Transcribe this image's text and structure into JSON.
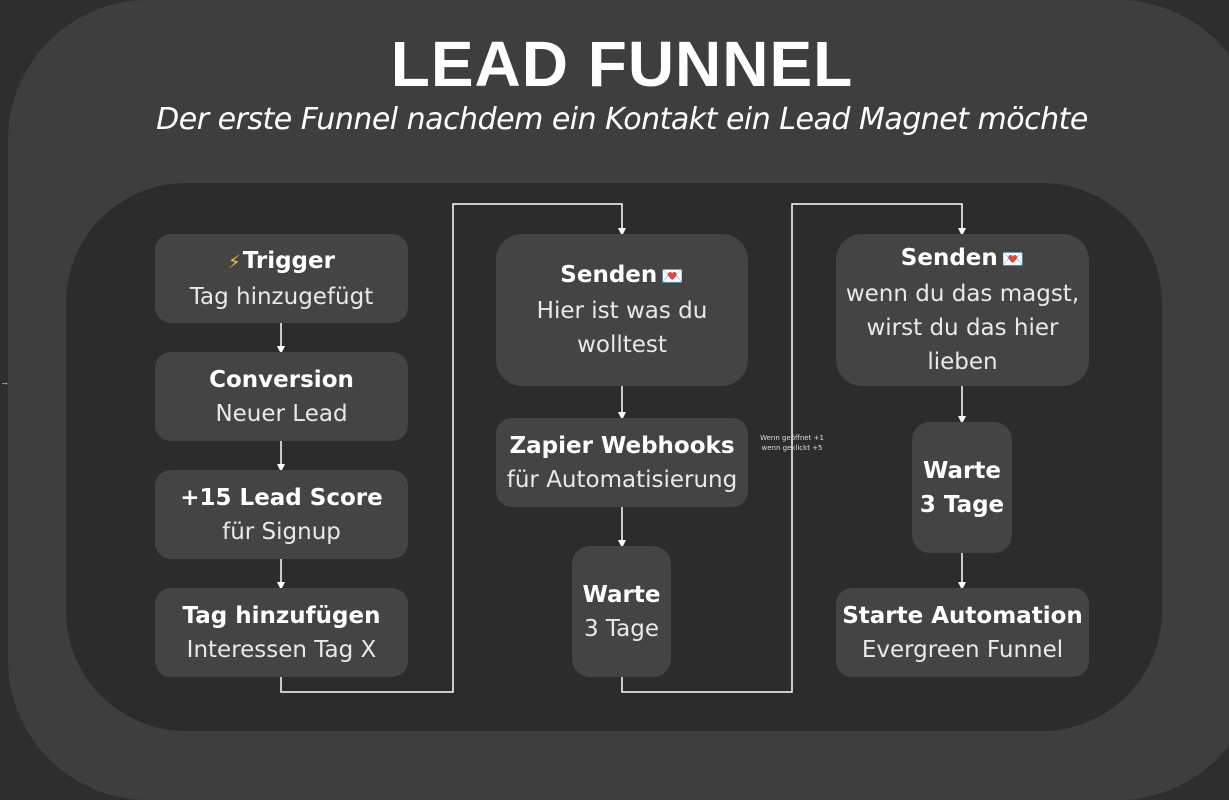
{
  "title": "LEAD FUNNEL",
  "subtitle": "Der erste Funnel nachdem ein Kontakt ein Lead Magnet möchte",
  "nodes": {
    "trigger": {
      "icon": "⚡",
      "head": "Trigger",
      "sub": "Tag hinzugefügt"
    },
    "conversion": {
      "head": "Conversion",
      "sub": "Neuer Lead"
    },
    "leadscore": {
      "head": "+15 Lead Score",
      "sub": "für Signup"
    },
    "tag": {
      "head": "Tag hinzufügen",
      "sub": "Interessen Tag X"
    },
    "senden1": {
      "head": "Senden",
      "icon": "💌",
      "sub1": "Hier ist was du",
      "sub2": "wolltest"
    },
    "zapier": {
      "head": "Zapier Webhooks",
      "sub": "für Automatisierung"
    },
    "warte1": {
      "head": "Warte",
      "sub": "3 Tage"
    },
    "senden2": {
      "head": "Senden",
      "icon": "💌",
      "sub1": "wenn du das magst,",
      "sub2": "wirst du das hier",
      "sub3": "lieben"
    },
    "warte2": {
      "head1": "Warte",
      "head2": "3 Tage"
    },
    "starte": {
      "head": "Starte Automation",
      "sub": "Evergreen Funnel"
    }
  },
  "note": {
    "line1": "Wenn geöffnet +1",
    "line2": "wenn geklickt +5"
  },
  "colors": {
    "background": "#2e2e2e",
    "outer": "#3e3e3e",
    "inner": "#2c2c2c",
    "box": "#444444",
    "line": "#ffffff"
  }
}
